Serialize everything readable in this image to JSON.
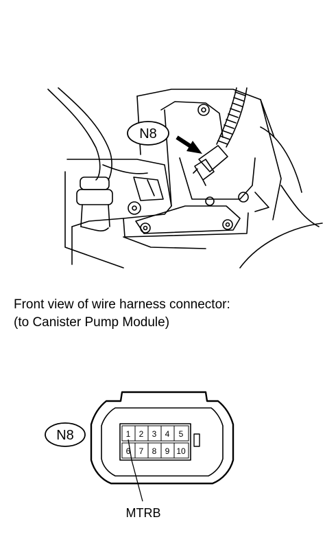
{
  "top_illustration": {
    "callout": "N8"
  },
  "caption": {
    "line1": "Front view of wire harness connector:",
    "line2": "(to Canister Pump Module)"
  },
  "connector": {
    "callout": "N8",
    "pins_top": [
      "1",
      "2",
      "3",
      "4",
      "5"
    ],
    "pins_bottom": [
      "6",
      "7",
      "8",
      "9",
      "10"
    ],
    "pin_label": "MTRB"
  }
}
